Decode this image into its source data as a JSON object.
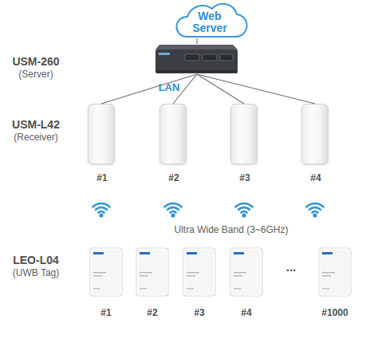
{
  "diagram": {
    "nodes": [
      {
        "text": [
          "Web Server"
        ]
      },
      {
        "text": [
          "USM-260",
          "(Server)"
        ]
      },
      {
        "text": [
          "#1"
        ]
      },
      {
        "text": [
          "#2"
        ]
      },
      {
        "text": [
          "#3"
        ]
      },
      {
        "text": [
          "#4"
        ]
      }
    ],
    "edges": [
      {
        "from": 0,
        "to": 1,
        "arrow": "none"
      },
      {
        "from": 1,
        "to": 2,
        "arrow": "none"
      },
      {
        "from": 1,
        "to": 3,
        "arrow": "none"
      },
      {
        "from": 1,
        "to": 4,
        "arrow": "none"
      },
      {
        "from": 1,
        "to": 5,
        "arrow": "none"
      }
    ],
    "labels": [
      "LAN",
      "USM-L42",
      "(Receiver)",
      "Ultra Wide Band (3~6GHz)",
      "LEO-L04",
      "(UWB Tag)",
      "#1",
      "#2",
      "#3",
      "#4",
      "...",
      "#1000"
    ]
  }
}
